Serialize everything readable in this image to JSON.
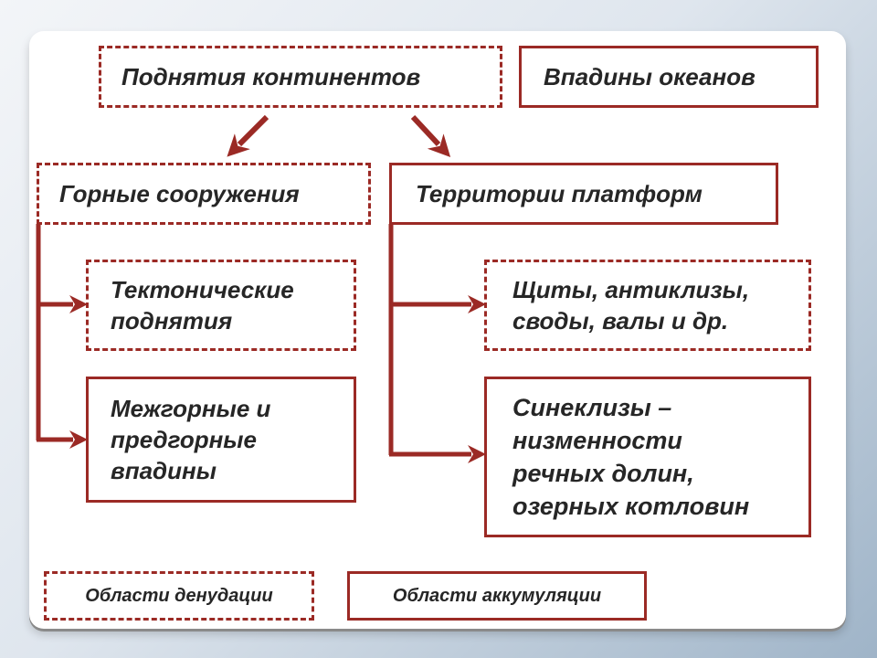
{
  "diagram": {
    "nodes": {
      "continents": "Поднятия континентов",
      "oceans": "Впадины океанов",
      "mountains": "Горные сооружения",
      "platforms": "Территории платформ",
      "tectonic": "Тектонические\nподнятия",
      "intermontane": "Межгорные и\nпредгорные\nвпадины",
      "shields": "Щиты, антиклизы,\nсводы, валы и др.",
      "syneclises": "Синеклизы –\nнизменности\nречных долин,\nозерных котловин"
    },
    "legend": {
      "denudation": "Области денудации",
      "accumulation": "Области аккумуляции"
    },
    "colors": {
      "accent": "#9b2a25",
      "text": "#262626"
    }
  }
}
